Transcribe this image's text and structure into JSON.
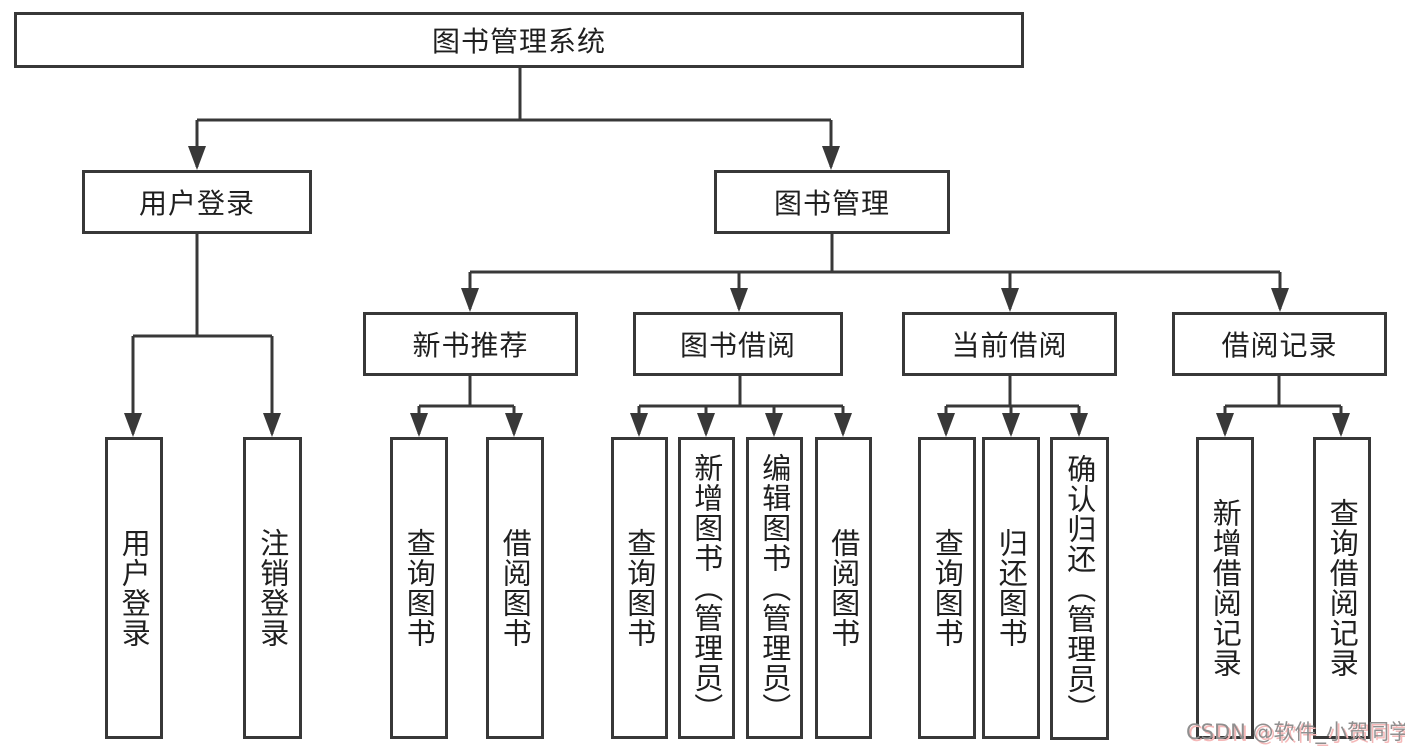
{
  "diagram": {
    "root": {
      "label": "图书管理系统"
    },
    "branches": [
      {
        "label": "用户登录",
        "children": [
          {
            "label": "用户登录"
          },
          {
            "label": "注销登录"
          }
        ]
      },
      {
        "label": "图书管理",
        "children": [
          {
            "label": "新书推荐",
            "children": [
              {
                "label": "查询图书"
              },
              {
                "label": "借阅图书"
              }
            ]
          },
          {
            "label": "图书借阅",
            "children": [
              {
                "label": "查询图书"
              },
              {
                "label": "新增图书（管理员）"
              },
              {
                "label": "编辑图书（管理员）"
              },
              {
                "label": "借阅图书"
              }
            ]
          },
          {
            "label": "当前借阅",
            "children": [
              {
                "label": "查询图书"
              },
              {
                "label": "归还图书"
              },
              {
                "label": "确认归还（管理员）"
              }
            ]
          },
          {
            "label": "借阅记录",
            "children": [
              {
                "label": "新增借阅记录"
              },
              {
                "label": "查询借阅记录"
              }
            ]
          }
        ]
      }
    ]
  },
  "watermark": {
    "text": "CSDN @软件_小贺同学"
  },
  "colors": {
    "line": "#383838",
    "text": "#1f1f1f",
    "background": "#ffffff",
    "watermark": "#8f8f8f",
    "watermark_shadow": "#f5b8b8"
  }
}
